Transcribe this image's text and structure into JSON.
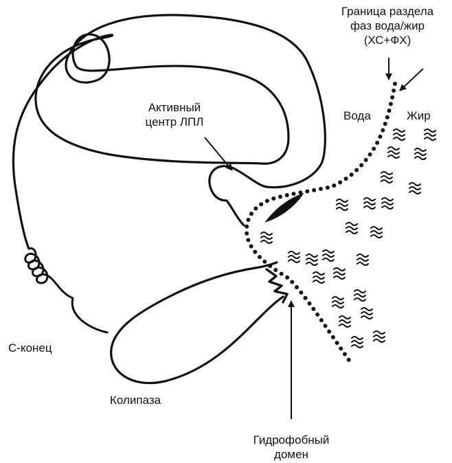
{
  "labels": {
    "interface_line1": "Граница раздела",
    "interface_line2": "фаз вода/жир",
    "interface_line3": "(ХС+ФХ)",
    "water": "Вода",
    "fat": "Жир",
    "active_center_line1": "Активный",
    "active_center_line2": "центр ЛПЛ",
    "c_terminus": "С-конец",
    "colipase": "Колипаза",
    "hydrophobic_line1": "Гидрофобный",
    "hydrophobic_line2": "домен"
  },
  "colors": {
    "ink": "#111111",
    "background": "#ffffff"
  }
}
